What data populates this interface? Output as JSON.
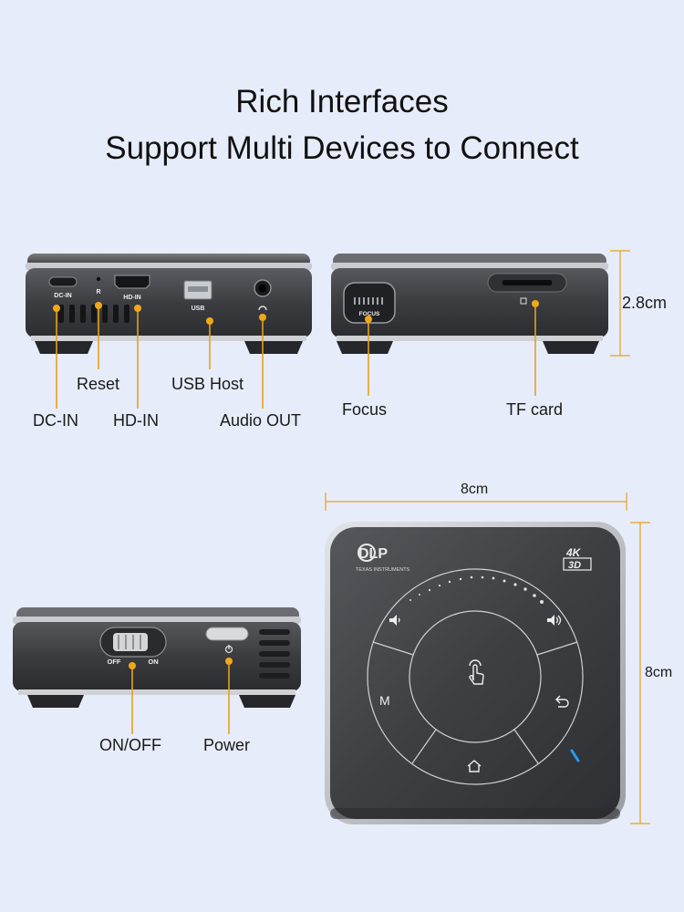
{
  "heading": {
    "line1": "Rich Interfaces",
    "line2": "Support Multi Devices to Connect"
  },
  "side_a": {
    "ports": {
      "dc_in_print": "DC-IN",
      "reset_print": "R",
      "hd_in_print": "HD-IN",
      "usb_print": "USB"
    },
    "labels": {
      "reset": "Reset",
      "usb_host": "USB Host",
      "dc_in": "DC-IN",
      "hd_in": "HD-IN",
      "audio_out": "Audio OUT"
    }
  },
  "side_b": {
    "focus_print": "FOCUS",
    "labels": {
      "focus": "Focus",
      "tf_card": "TF card"
    },
    "height_dim": "2.8cm"
  },
  "side_c": {
    "switch_off_print": "OFF",
    "switch_on_print": "ON",
    "labels": {
      "on_off": "ON/OFF",
      "power": "Power"
    }
  },
  "top_view": {
    "width_dim": "8cm",
    "depth_dim": "8cm",
    "logo": {
      "brand": "DLP",
      "maker": "TEXAS INSTRUMENTS"
    },
    "badge": {
      "line1": "4K",
      "line2": "3D"
    },
    "keys": {
      "menu": "M"
    },
    "icons": [
      "volume-down-icon",
      "volume-up-icon",
      "touch-icon",
      "menu-icon",
      "back-icon",
      "home-icon"
    ]
  },
  "colors": {
    "background": "#e7ecfa",
    "accent": "#f0a818",
    "device_dark": "#3a3b3f",
    "indicator_blue": "#2a9bf0"
  }
}
